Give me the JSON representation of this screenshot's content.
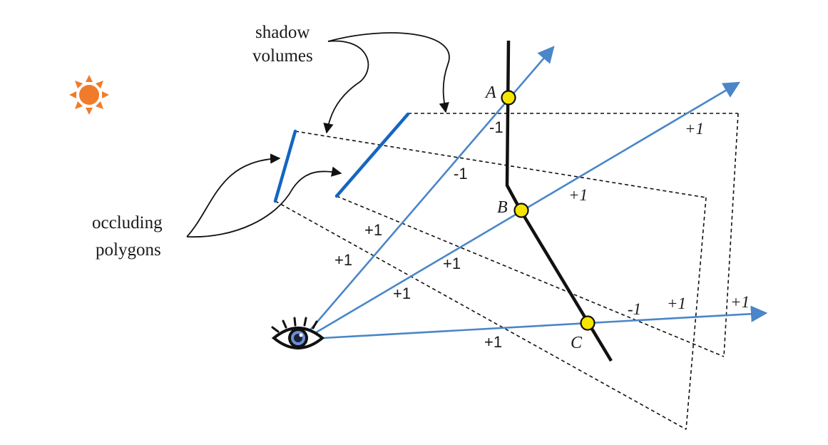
{
  "callouts": {
    "shadow_volumes_line1": "shadow",
    "shadow_volumes_line2": "volumes",
    "occluding_line1": "occluding",
    "occluding_line2": "polygons"
  },
  "points": [
    "A",
    "B",
    "C"
  ],
  "counts": {
    "ray1_a": "-1",
    "ray1_b": "-1",
    "ray1_c": "+1",
    "ray2_a": "+1",
    "ray2_b": "+1",
    "ray2_c": "+1",
    "ray2_d": "+1",
    "ray3_a": "+1",
    "ray3_b": "-1",
    "ray3_c": "+1",
    "ray3_d": "+1",
    "upper_right": "+1"
  },
  "colors": {
    "ray": "#4a86c8",
    "polygon": "#1565c0",
    "surface": "#111111",
    "point_fill": "#f6e500",
    "sun": "#f07b2a",
    "shadow_edge": "#111111"
  },
  "icons": {
    "light": "sun-icon",
    "viewer": "eye-icon"
  }
}
